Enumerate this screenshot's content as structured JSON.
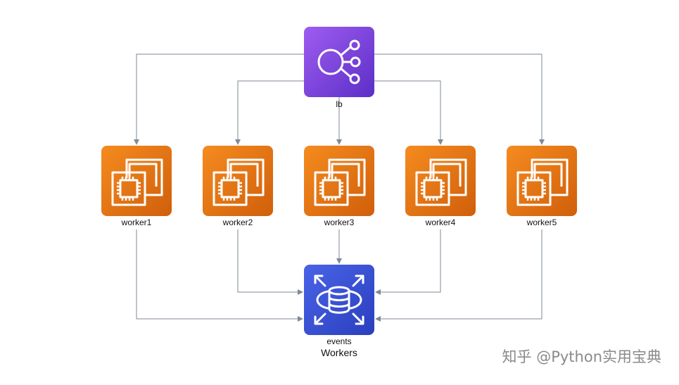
{
  "colors": {
    "lb_gradient": [
      "#9f5cf0",
      "#5b2fc7"
    ],
    "ec2_gradient": [
      "#f58b1f",
      "#d05f0b"
    ],
    "db_gradient": [
      "#4a63e6",
      "#2a3fbf"
    ],
    "edge": "#7f8a96",
    "icon_stroke": "#ffffff"
  },
  "nodes": {
    "lb": {
      "label": "lb",
      "icon": "elastic-load-balancer-icon"
    },
    "workers": [
      {
        "label": "worker1",
        "icon": "ec2-instances-icon"
      },
      {
        "label": "worker2",
        "icon": "ec2-instances-icon"
      },
      {
        "label": "worker3",
        "icon": "ec2-instances-icon"
      },
      {
        "label": "worker4",
        "icon": "ec2-instances-icon"
      },
      {
        "label": "worker5",
        "icon": "ec2-instances-icon"
      }
    ],
    "events": {
      "label": "events",
      "icon": "dynamodb-database-icon"
    }
  },
  "cluster": {
    "label": "Workers"
  },
  "edges": [
    {
      "from": "lb",
      "to": "worker1"
    },
    {
      "from": "lb",
      "to": "worker2"
    },
    {
      "from": "lb",
      "to": "worker3"
    },
    {
      "from": "lb",
      "to": "worker4"
    },
    {
      "from": "lb",
      "to": "worker5"
    },
    {
      "from": "worker1",
      "to": "events"
    },
    {
      "from": "worker2",
      "to": "events"
    },
    {
      "from": "worker3",
      "to": "events"
    },
    {
      "from": "worker4",
      "to": "events"
    },
    {
      "from": "worker5",
      "to": "events"
    }
  ],
  "watermark": "知乎 @Python实用宝典"
}
